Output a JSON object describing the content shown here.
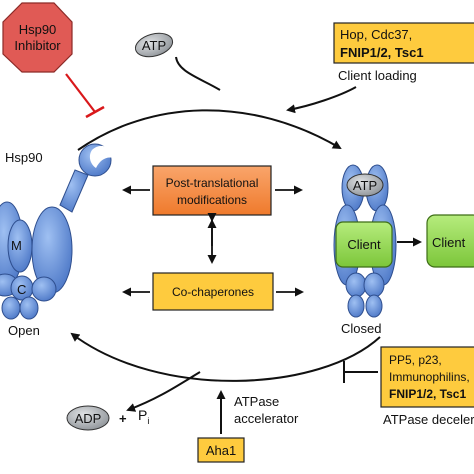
{
  "inhibitor": {
    "line1": "Hsp90",
    "line2": "Inhibitor"
  },
  "atp_top": "ATP",
  "client_loading_box": {
    "line1": "Hop, Cdc37,",
    "line2": "FNIP1/2, Tsc1"
  },
  "client_loading_label": "Client loading",
  "hsp90_label": "Hsp90",
  "domain_m": "M",
  "domain_c": "C",
  "open_label": "Open",
  "closed_label": "Closed",
  "atp_bound": "ATP",
  "client_bound": "Client",
  "client_released": "Client",
  "ptm_box": {
    "line1": "Post-translational",
    "line2": "modifications"
  },
  "cochaperones_box": "Co-chaperones",
  "decel_box": {
    "line1": "PP5, p23,",
    "line2": "Immunophilins,",
    "line3": "FNIP1/2, Tsc1"
  },
  "decel_label": "ATPase decelerator",
  "adp": "ADP",
  "plus": "+",
  "pi": {
    "p": "P",
    "sub": "i"
  },
  "accelerator_label": {
    "line1": "ATPase",
    "line2": "accelerator"
  },
  "aha1": "Aha1",
  "colors": {
    "inhibitor_fill": "#e05a55",
    "inhibitor_line": "#d9181b",
    "hsp90_blue": "#5c87d1",
    "hsp90_outline": "#2f4f8f",
    "ptm_orange": "#f5883f",
    "yellow": "#fecb3e",
    "client_green": "#93d94e",
    "nucleotide_gray": "#9ea3a6"
  }
}
